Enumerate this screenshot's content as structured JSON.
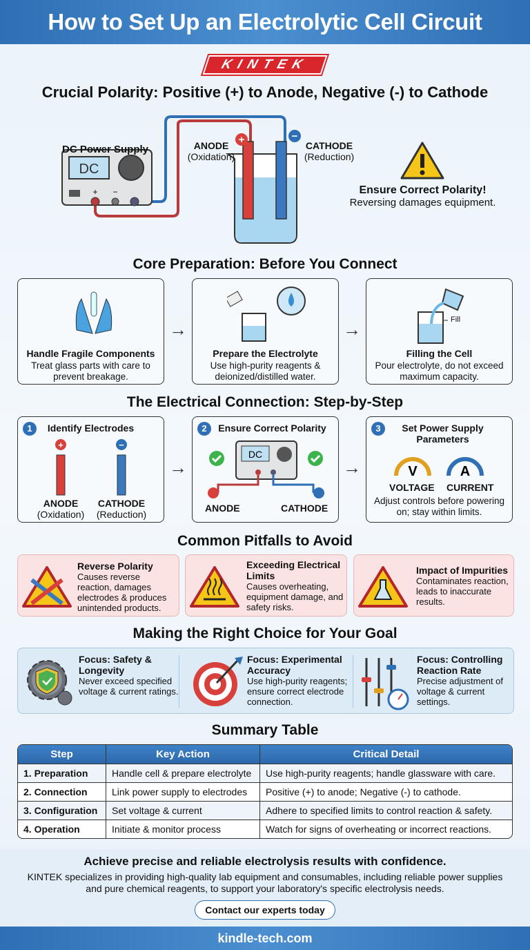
{
  "title": "How to Set Up an Electrolytic Cell Circuit",
  "logo": "KINTEK",
  "polarity": {
    "heading": "Crucial Polarity: Positive (+) to Anode, Negative (-) to Cathode",
    "power_supply": "DC Power Supply",
    "display": "DC",
    "anode": "ANODE",
    "anode_sub": "(Oxidation)",
    "cathode": "CATHODE",
    "cathode_sub": "(Reduction)",
    "warning_title": "Ensure Correct Polarity!",
    "warning_text": "Reversing damages equipment."
  },
  "prep": {
    "heading": "Core Preparation: Before You Connect",
    "cards": [
      {
        "title": "Handle Fragile Components",
        "text": "Treat glass parts with care to prevent breakage."
      },
      {
        "title": "Prepare the Electrolyte",
        "text": "Use high-purity reagents & deionized/distilled water."
      },
      {
        "title": "Filling the Cell",
        "text": "Pour electrolyte, do not exceed maximum capacity.",
        "fill_label": "Fill"
      }
    ]
  },
  "connection": {
    "heading": "The Electrical Connection: Step-by-Step",
    "steps": [
      {
        "num": "1",
        "title": "Identify Electrodes",
        "anode": "ANODE",
        "anode_sub": "(Oxidation)",
        "cathode": "CATHODE",
        "cathode_sub": "(Reduction)"
      },
      {
        "num": "2",
        "title": "Ensure Correct Polarity",
        "display": "DC",
        "anode": "ANODE",
        "cathode": "CATHODE"
      },
      {
        "num": "3",
        "title": "Set Power Supply Parameters",
        "voltage_symbol": "V",
        "current_symbol": "A",
        "voltage": "VOLTAGE",
        "current": "CURRENT",
        "text": "Adjust controls before powering on; stay within limits."
      }
    ]
  },
  "pitfalls": {
    "heading": "Common Pitfalls to Avoid",
    "items": [
      {
        "title": "Reverse Polarity",
        "text": "Causes reverse reaction, damages electrodes & produces unintended products."
      },
      {
        "title": "Exceeding Electrical Limits",
        "text": "Causes overheating, equipment damage, and safety risks."
      },
      {
        "title": "Impact of Impurities",
        "text": "Contaminates reaction, leads to inaccurate results."
      }
    ]
  },
  "goals": {
    "heading": "Making the Right Choice for Your Goal",
    "items": [
      {
        "title": "Focus: Safety & Longevity",
        "text": "Never exceed specified voltage & current ratings."
      },
      {
        "title": "Focus: Experimental Accuracy",
        "text": "Use high-purity reagents; ensure correct electrode connection."
      },
      {
        "title": "Focus: Controlling Reaction Rate",
        "text": "Precise adjustment of voltage & current settings."
      }
    ]
  },
  "summary": {
    "heading": "Summary Table",
    "columns": [
      "Step",
      "Key Action",
      "Critical Detail"
    ],
    "rows": [
      [
        "1. Preparation",
        "Handle cell & prepare electrolyte",
        "Use high-purity reagents; handle glassware with care."
      ],
      [
        "2. Connection",
        "Link power supply to electrodes",
        "Positive (+) to anode; Negative (-) to cathode."
      ],
      [
        "3. Configuration",
        "Set voltage & current",
        "Adhere to specified limits to control reaction & safety."
      ],
      [
        "4. Operation",
        "Initiate & monitor process",
        "Watch for signs of overheating or incorrect reactions."
      ]
    ]
  },
  "footer": {
    "heading": "Achieve precise and reliable electrolysis results with confidence.",
    "text": "KINTEK specializes in providing high-quality lab equipment and consumables, including reliable power supplies and pure chemical reagents, to support your laboratory's specific electrolysis needs.",
    "button": "Contact our experts today",
    "website": "kindle-tech.com"
  },
  "colors": {
    "primary_blue": "#2f6fb5",
    "anode_red": "#d8262c",
    "cathode_blue": "#2f6fb5",
    "warning_yellow": "#f5c518",
    "pitfall_bg": "#fbe3e3"
  }
}
